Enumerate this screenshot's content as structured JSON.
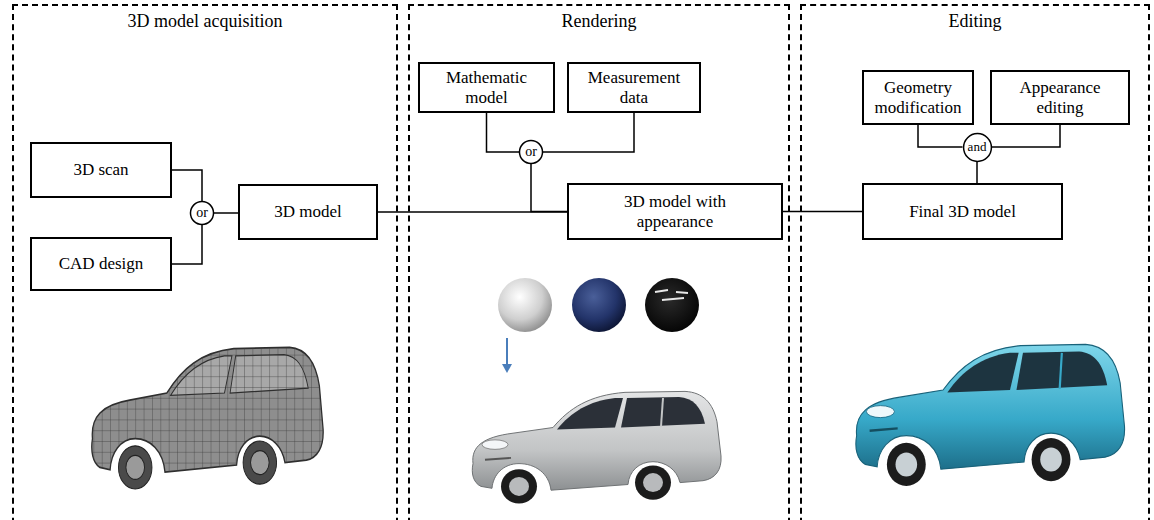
{
  "diagram": {
    "nodes": [
      {
        "text": [
          "3D model acquisition"
        ]
      },
      {
        "text": [
          "3D scan"
        ],
        "in": 0
      },
      {
        "text": [
          "CAD design"
        ],
        "in": 0
      },
      {
        "text": [
          "or"
        ],
        "in": 0
      },
      {
        "text": [
          "3D model"
        ],
        "in": 0
      },
      {
        "text": [
          "Rendering"
        ]
      },
      {
        "text": [
          "Mathematic model"
        ],
        "in": 5
      },
      {
        "text": [
          "Measurement data"
        ],
        "in": 5
      },
      {
        "text": [
          "or"
        ],
        "in": 5
      },
      {
        "text": [
          "3D model with appearance"
        ],
        "in": 5
      },
      {
        "text": [
          "Editing"
        ]
      },
      {
        "text": [
          "Geometry modification"
        ],
        "in": 10
      },
      {
        "text": [
          "Appearance editing"
        ],
        "in": 10
      },
      {
        "text": [
          "and"
        ],
        "in": 10
      },
      {
        "text": [
          "Final 3D model"
        ],
        "in": 10
      }
    ],
    "edges": [
      {
        "from": 1,
        "to": 3,
        "arrow": "none"
      },
      {
        "from": 2,
        "to": 3,
        "arrow": "none"
      },
      {
        "from": 3,
        "to": 4,
        "arrow": "none"
      },
      {
        "from": 4,
        "to": 9,
        "arrow": "none"
      },
      {
        "from": 6,
        "to": 8,
        "arrow": "none"
      },
      {
        "from": 7,
        "to": 8,
        "arrow": "none"
      },
      {
        "from": 8,
        "to": 9,
        "arrow": "none"
      },
      {
        "from": 9,
        "to": 14,
        "arrow": "none"
      },
      {
        "from": 11,
        "to": 13,
        "arrow": "none"
      },
      {
        "from": 12,
        "to": 13,
        "arrow": "none"
      },
      {
        "from": 13,
        "to": 14,
        "arrow": "none"
      }
    ]
  }
}
